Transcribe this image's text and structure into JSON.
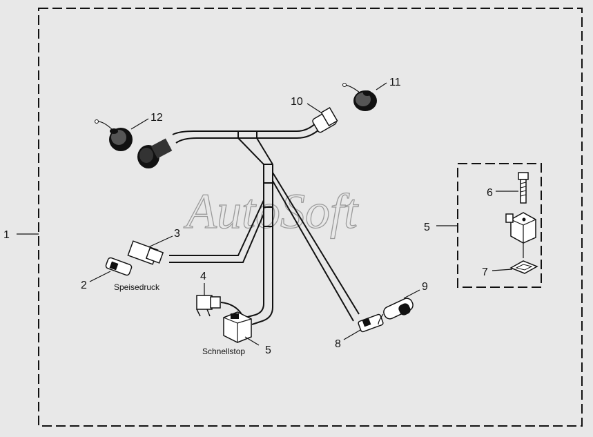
{
  "diagram": {
    "watermark": "AutoSoft",
    "callouts": {
      "c1": "1",
      "c2": "2",
      "c3": "3",
      "c4": "4",
      "c5_left": "5",
      "c5_detail": "5",
      "c6": "6",
      "c7": "7",
      "c8": "8",
      "c9": "9",
      "c10": "10",
      "c11": "11",
      "c12": "12"
    },
    "labels": {
      "speisedruck": "Speisedruck",
      "schnellstop": "Schnellstop"
    }
  }
}
